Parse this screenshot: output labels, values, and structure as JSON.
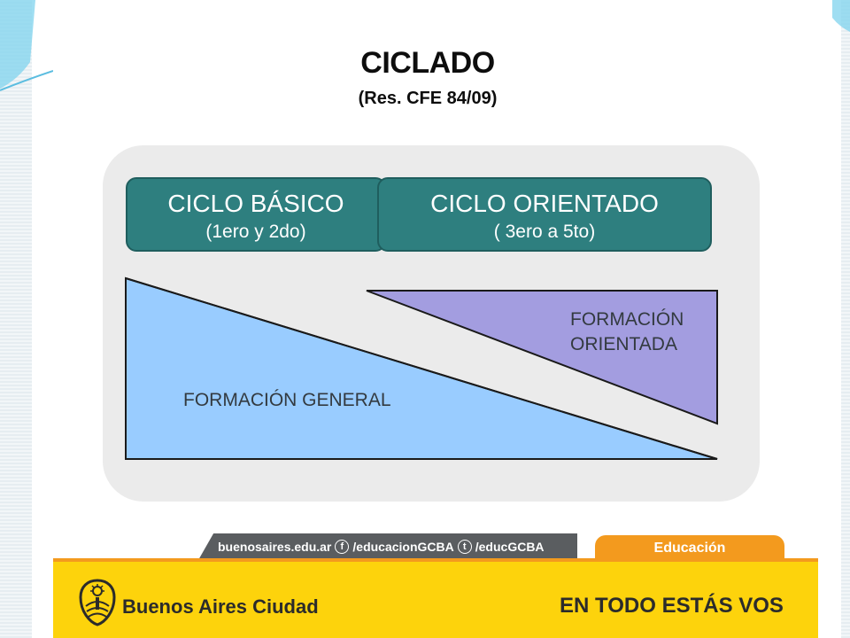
{
  "slide": {
    "title": "CICLADO",
    "subtitle": "(Res. CFE 84/09)"
  },
  "cycles": {
    "basic": {
      "name": "CICLO BÁSICO",
      "range": "(1ero y 2do)"
    },
    "oriented": {
      "name": "CICLO ORIENTADO",
      "range": "( 3ero a 5to)"
    }
  },
  "formation": {
    "general_label": "FORMACIÓN GENERAL",
    "oriented_label_line1": "FORMACIÓN",
    "oriented_label_line2": "ORIENTADA"
  },
  "footer": {
    "site": "buenosaires.edu.ar",
    "facebook_icon_glyph": "f",
    "facebook": "/educacionGCBA",
    "twitter_icon_glyph": "t",
    "twitter": "/educGCBA",
    "section": "Educación",
    "brand": "Buenos Aires Ciudad",
    "slogan": "EN TODO ESTÁS VOS"
  },
  "colors": {
    "cycle_box": "#2e7f7f",
    "general_formation": "#99ccff",
    "oriented_formation": "#a39de0",
    "footer_yellow": "#fdd30c",
    "footer_orange": "#f39a1e"
  },
  "icons": {
    "logo": "city-coat-of-arms-icon",
    "facebook": "facebook-icon",
    "twitter": "twitter-icon"
  }
}
